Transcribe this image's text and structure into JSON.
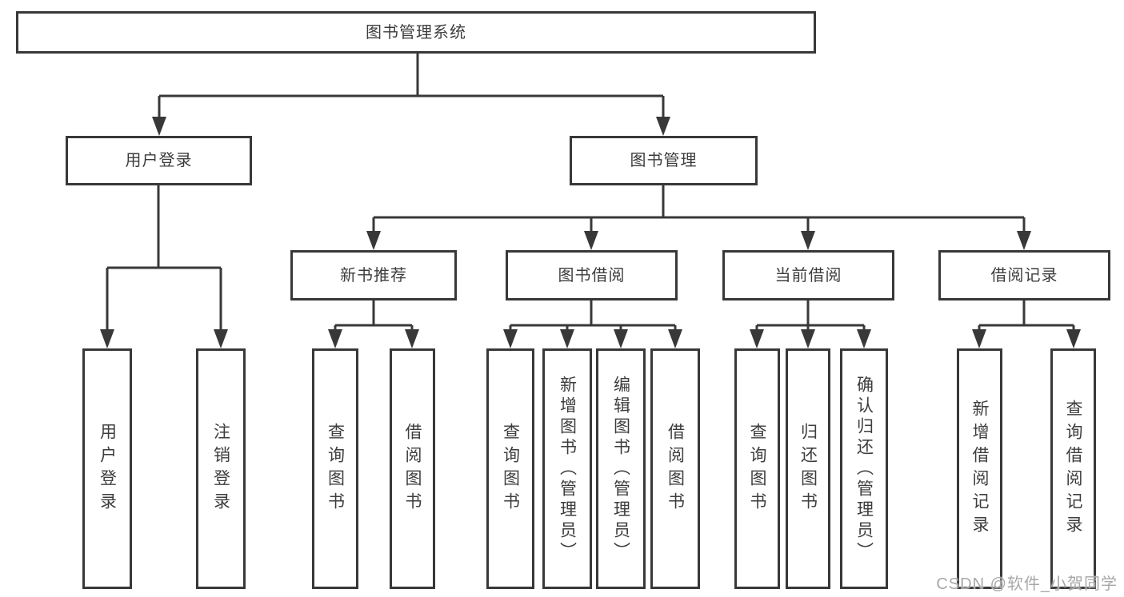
{
  "title": "图书管理系统",
  "branches": {
    "user": {
      "label": "用户登录",
      "leaves": [
        {
          "label": "用户登录"
        },
        {
          "label": "注销登录"
        }
      ]
    },
    "book": {
      "label": "图书管理",
      "groups": [
        {
          "label": "新书推荐",
          "leaves": [
            {
              "label": "查询图书"
            },
            {
              "label": "借阅图书"
            }
          ]
        },
        {
          "label": "图书借阅",
          "leaves": [
            {
              "label": "查询图书"
            },
            {
              "label": "新增图书（管理员）"
            },
            {
              "label": "编辑图书（管理员）"
            },
            {
              "label": "借阅图书"
            }
          ]
        },
        {
          "label": "当前借阅",
          "leaves": [
            {
              "label": "查询图书"
            },
            {
              "label": "归还图书"
            },
            {
              "label": "确认归还（管理员）"
            }
          ]
        },
        {
          "label": "借阅记录",
          "leaves": [
            {
              "label": "新增借阅记录"
            },
            {
              "label": "查询借阅记录"
            }
          ]
        }
      ]
    }
  },
  "watermark": "CSDN @软件_小贺同学",
  "colors": {
    "line": "#383838",
    "text": "#3d3d3d",
    "watermark": "#a8a8a8"
  }
}
